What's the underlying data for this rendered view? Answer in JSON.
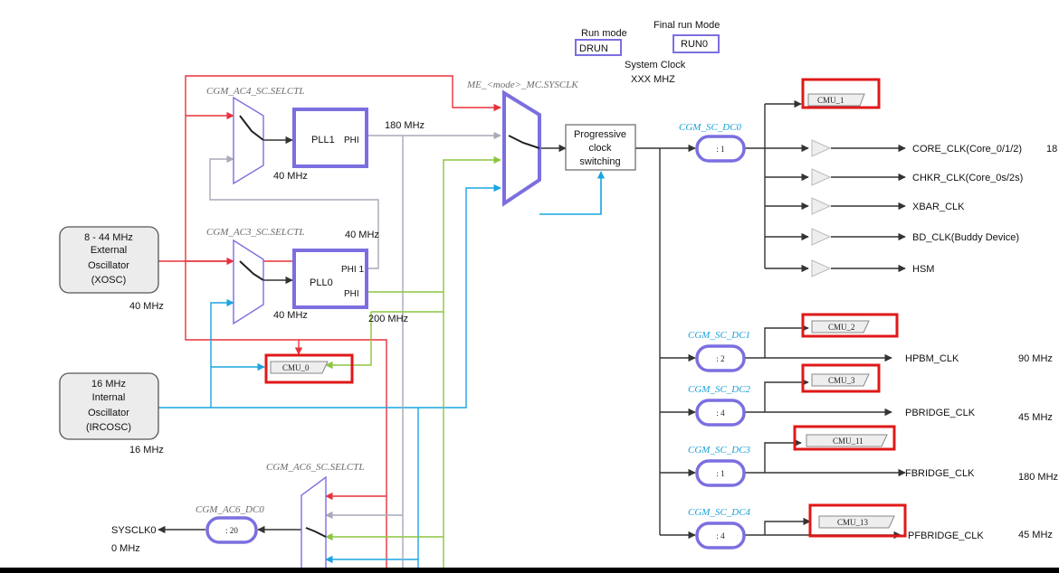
{
  "header": {
    "run_mode_label": "Run mode",
    "run_mode_value": "DRUN",
    "final_run_mode_label": "Final run Mode",
    "final_run_mode_value": "RUN0",
    "system_clock_label": "System Clock",
    "system_clock_value": "XXX MHZ"
  },
  "sources": {
    "xosc": [
      "8 - 44 MHz",
      "External",
      "Oscillator",
      "(XOSC)"
    ],
    "xosc_freq": "40 MHz",
    "irc": [
      "16 MHz",
      "Internal",
      "Oscillator",
      "(IRCOSC)"
    ],
    "irc_freq": "16 MHz"
  },
  "mux_labels": {
    "ac4": "CGM_AC4_SC.SELCTL",
    "ac3": "CGM_AC3_SC.SELCTL",
    "sysclk": "ME_<mode>_MC.SYSCLK",
    "ac6": "CGM_AC6_SC.SELCTL",
    "ac6_dc0": "CGM_AC6_DC0"
  },
  "pll1": {
    "name": "PLL1",
    "out": "PHI",
    "in_freq": "40 MHz",
    "out_freq": "180 MHz"
  },
  "pll0": {
    "name": "PLL0",
    "out1": "PHI 1",
    "out0": "PHI",
    "in_freq": "40 MHz",
    "phi1_freq": "40 MHz",
    "out_freq": "200 MHz"
  },
  "progressive": [
    "Progressive",
    "clock",
    "switching"
  ],
  "cmu_0": "CMU_0",
  "sysclk0": {
    "label": "SYSCLK0",
    "freq": "0 MHz",
    "divider": ": 20"
  },
  "dc0": {
    "label": "CGM_SC_DC0",
    "divider": ": 1",
    "cmu": "CMU_1",
    "outputs": [
      "CORE_CLK(Core_0/1/2)",
      "CHKR_CLK(Core_0s/2s)",
      "XBAR_CLK",
      "BD_CLK(Buddy Device)",
      "HSM"
    ],
    "core_freq": "18"
  },
  "dividers": [
    {
      "label": "CGM_SC_DC1",
      "divider": ": 2",
      "cmu": "CMU_2",
      "output": "HPBM_CLK",
      "freq": "90 MHz"
    },
    {
      "label": "CGM_SC_DC2",
      "divider": ": 4",
      "cmu": "CMU_3",
      "output": "PBRIDGE_CLK",
      "freq": "45 MHz"
    },
    {
      "label": "CGM_SC_DC3",
      "divider": ": 1",
      "cmu": "CMU_11",
      "output": "FBRIDGE_CLK",
      "freq": "180 MHz"
    },
    {
      "label": "CGM_SC_DC4",
      "divider": ": 4",
      "cmu": "CMU_13",
      "output": "PFBRIDGE_CLK",
      "freq": "45 MHz"
    }
  ],
  "colors": {
    "red": "#e8323a",
    "blue": "#1aa6e0",
    "green": "#8cc63f",
    "gray": "#a9a9b8",
    "box": "#7b6fe0",
    "highlight": "#e01818",
    "wire": "#333333"
  }
}
